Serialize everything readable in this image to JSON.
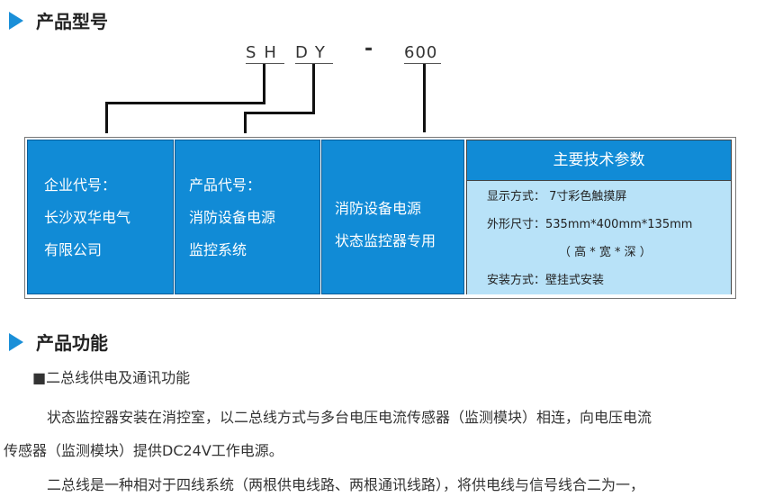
{
  "section1": {
    "title": "产品型号"
  },
  "model": {
    "part1": "SH",
    "part2": "DY",
    "dash": "-",
    "part3": "600"
  },
  "cells": [
    {
      "lines": [
        "企业代号：",
        "长沙双华电气",
        "有限公司"
      ]
    },
    {
      "lines": [
        "产品代号：",
        "消防设备电源",
        "监控系统"
      ]
    },
    {
      "lines": [
        "消防设备电源",
        "状态监控器专用"
      ]
    }
  ],
  "specs": {
    "title": "主要技术参数",
    "lines": [
      "显示方式： 7寸彩色触摸屏",
      "外形尺寸：535mm*400mm*135mm",
      "（ 高 * 宽 * 深 ）",
      "安装方式：壁挂式安装"
    ]
  },
  "section2": {
    "title": "产品功能"
  },
  "function": {
    "subtitle": "■二总线供电及通讯功能",
    "para1a": "状态监控器安装在消控室，以二总线方式与多台电压电流传感器（监测模块）相连，向电压电流",
    "para1b": "传感器（监测模块）提供DC24V工作电源。",
    "para2": "二总线是一种相对于四线系统（两根供电线路、两根通讯线路），将供电线与信号线合二为一，"
  }
}
